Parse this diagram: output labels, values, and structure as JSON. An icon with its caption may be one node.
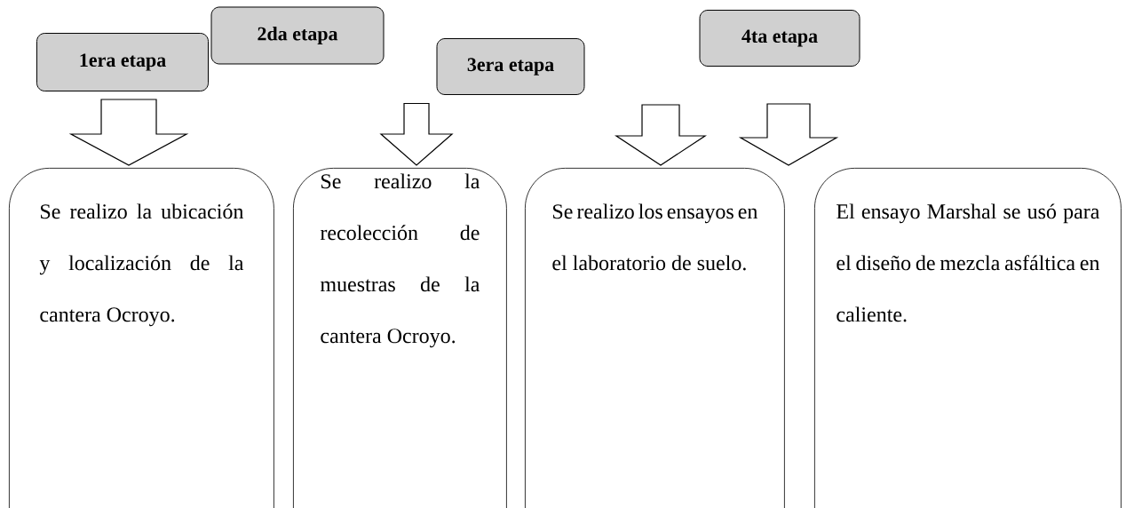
{
  "diagram": {
    "nodes": [
      {
        "text": [
          "1era etapa"
        ]
      },
      {
        "text": [
          "2da etapa"
        ]
      },
      {
        "text": [
          "3era etapa"
        ]
      },
      {
        "text": [
          "4ta etapa"
        ]
      },
      {
        "text": [
          "Se realizo la ubicación y localización de la cantera Ocroyo."
        ]
      },
      {
        "text": [
          "Se realizo la recolección de muestras de la cantera Ocroyo."
        ]
      },
      {
        "text": [
          "Se realizo los ensayos en el laboratorio de suelo."
        ]
      },
      {
        "text": [
          "El ensayo Marshal se usó para el diseño de mezcla asfáltica en caliente."
        ]
      }
    ],
    "edges": [
      {
        "from": 0,
        "to": 4,
        "arrow": "to"
      },
      {
        "from": 1,
        "to": 5,
        "arrow": "to"
      },
      {
        "from": 2,
        "to": 6,
        "arrow": "to"
      },
      {
        "from": 3,
        "to": 7,
        "arrow": "to"
      }
    ]
  }
}
